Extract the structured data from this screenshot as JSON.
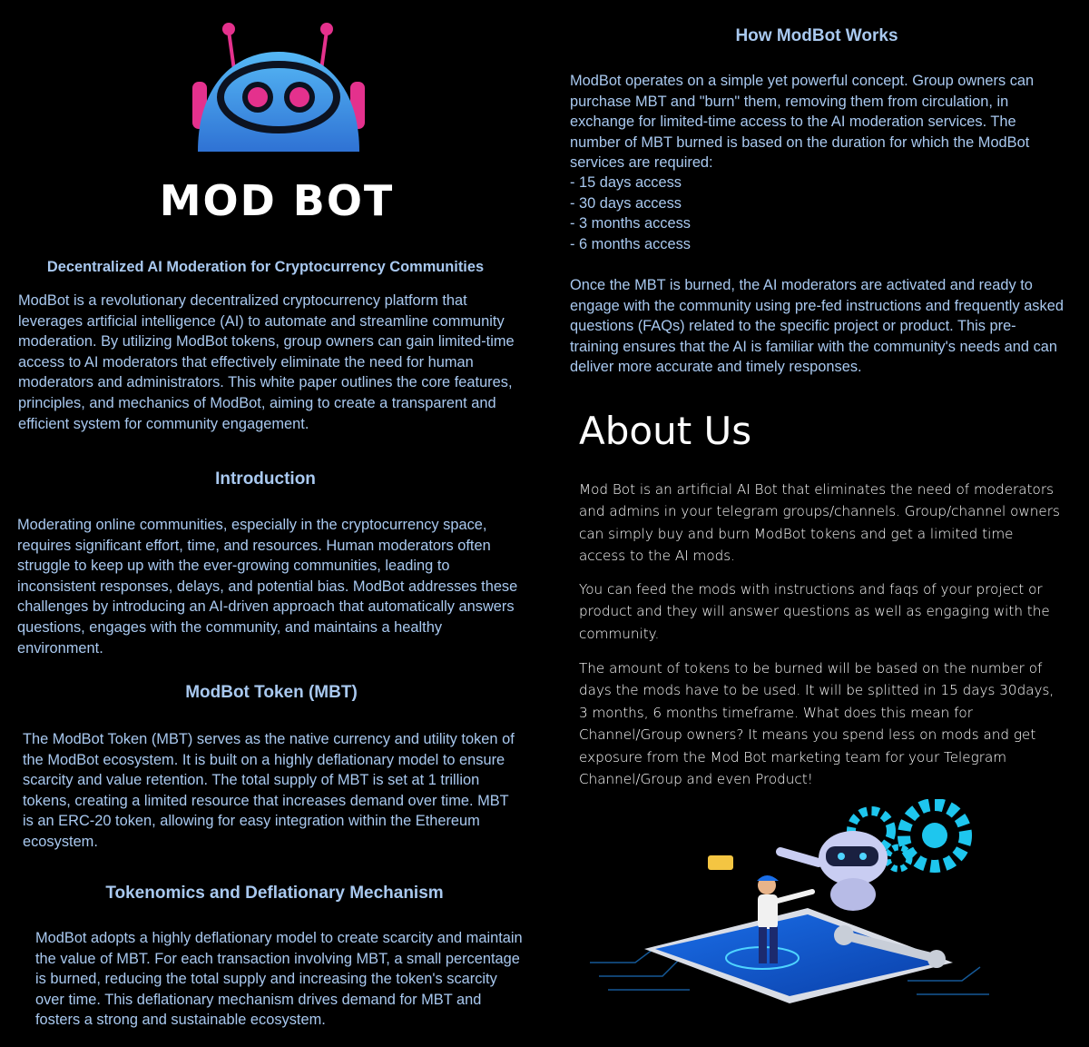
{
  "logo": {
    "brand": "MOD BOT"
  },
  "left": {
    "subtitle": "Decentralized AI Moderation for Cryptocurrency Communities",
    "intro_para": "ModBot is a revolutionary decentralized cryptocurrency platform that leverages artificial intelligence (AI) to automate and streamline community moderation. By utilizing ModBot tokens, group owners can gain limited-time access to AI moderators that effectively eliminate the need for human moderators and administrators. This white paper outlines the core features, principles, and mechanics of ModBot, aiming to create a transparent and efficient system for community engagement.",
    "introduction_heading": "Introduction",
    "introduction_para": "Moderating online communities, especially in the cryptocurrency space, requires significant effort, time, and resources. Human moderators often struggle to keep up with the ever-growing communities, leading to inconsistent responses, delays, and potential bias. ModBot addresses these challenges by introducing an AI-driven approach that automatically answers questions, engages with the community, and maintains a healthy environment.",
    "token_heading": "ModBot Token (MBT)",
    "token_para": "The ModBot Token (MBT) serves as the native currency and utility token of the ModBot ecosystem. It is built on a highly deflationary model to ensure scarcity and value retention. The total supply of MBT is set at 1 trillion tokens, creating a limited resource that increases demand over time. MBT is an ERC-20 token, allowing for easy integration within the Ethereum ecosystem.",
    "tokenomics_heading": "Tokenomics and Deflationary Mechanism",
    "tokenomics_para": "ModBot adopts a highly deflationary model to create scarcity and maintain the value of MBT. For each transaction involving MBT, a small percentage is burned, reducing the total supply and increasing the token's scarcity over time. This deflationary mechanism drives demand for MBT and fosters a strong and sustainable ecosystem."
  },
  "right": {
    "how_heading": "How ModBot Works",
    "how_para": "ModBot operates on a simple yet powerful concept. Group owners can purchase MBT and \"burn\" them, removing them from circulation, in exchange for limited-time access to the AI moderation services. The number of MBT burned is based on the duration for which the ModBot services are required:",
    "access_items": [
      "- 15 days access",
      "- 30 days access",
      "- 3 months access",
      "- 6 months access"
    ],
    "burn_para": "Once the MBT is burned, the AI moderators are activated and ready to engage with the community using pre-fed instructions and frequently asked questions (FAQs) related to the specific project or product. This pre-training ensures that the AI is familiar with the community's needs and can deliver more accurate and timely responses.",
    "about_title": "About Us",
    "about_para1": "Mod Bot is an artificial AI Bot that eliminates the need of moderators and admins in your telegram groups/channels. Group/channel owners can simply buy and burn ModBot tokens and get a limited time access to the AI mods.",
    "about_para2": "You can feed the mods with instructions and faqs of your project or product and they will answer questions as well as engaging with the community.",
    "about_para3": "The amount of tokens to be burned will be based on the number of days the mods have to be used. It will be splitted in 15 days 30days, 3 months, 6 months timeframe. What does this mean for Channel/Group owners? It means you spend less on mods and get exposure from the Mod Bot marketing team for your Telegram Channel/Group and even Product!"
  },
  "colors": {
    "heading": "#a9c9f0",
    "body_text": "#a9c9f0",
    "about_text": "#ffffff",
    "accent_pink": "#e4318d",
    "accent_blue": "#3a8fe0",
    "background": "#000000"
  }
}
